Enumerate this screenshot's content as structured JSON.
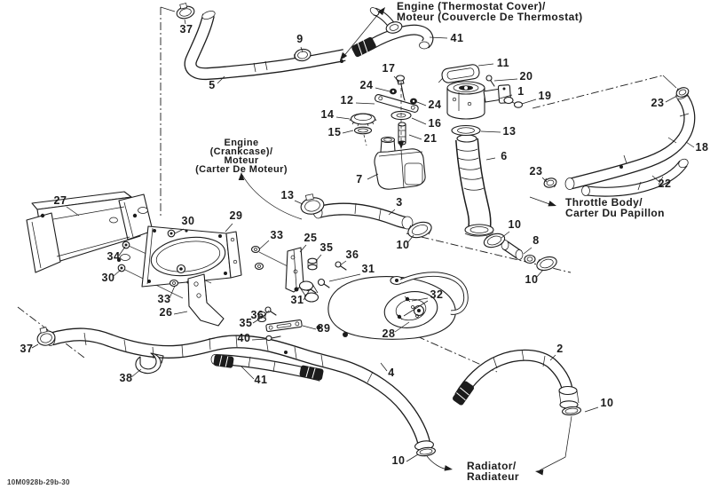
{
  "figure": {
    "doc_code": "10M0928b-29b-30",
    "background": "#ffffff",
    "line_color": "#1c1c1c"
  },
  "annotations": {
    "thermostat_cover": {
      "line1": "Engine (Thermostat Cover)/",
      "line2": "Moteur (Couvercle De Thermostat)"
    },
    "crankcase": {
      "line1": "Engine",
      "line2": "(Crankcase)/",
      "line3": "Moteur",
      "line4": "(Carter De Moteur)"
    },
    "throttle_body": {
      "line1": "Throttle Body/",
      "line2": "Carter Du Papillon"
    },
    "radiator": {
      "line1": "Radiator/",
      "line2": "Radiateur"
    }
  },
  "part_numbers": {
    "1": "1",
    "2": "2",
    "3": "3",
    "4": "4",
    "5": "5",
    "6": "6",
    "7": "7",
    "8": "8",
    "9": "9",
    "10": "10",
    "11": "11",
    "12": "12",
    "13": "13",
    "14": "14",
    "15": "15",
    "16": "16",
    "17": "17",
    "18": "18",
    "19": "19",
    "20": "20",
    "21": "21",
    "22": "22",
    "23": "23",
    "24": "24",
    "25": "25",
    "26": "26",
    "27": "27",
    "28": "28",
    "29": "29",
    "30": "30",
    "31": "31",
    "32": "32",
    "33": "33",
    "34": "34",
    "35": "35",
    "36": "36",
    "37": "37",
    "38": "38",
    "39": "39",
    "40": "40",
    "41": "41"
  }
}
